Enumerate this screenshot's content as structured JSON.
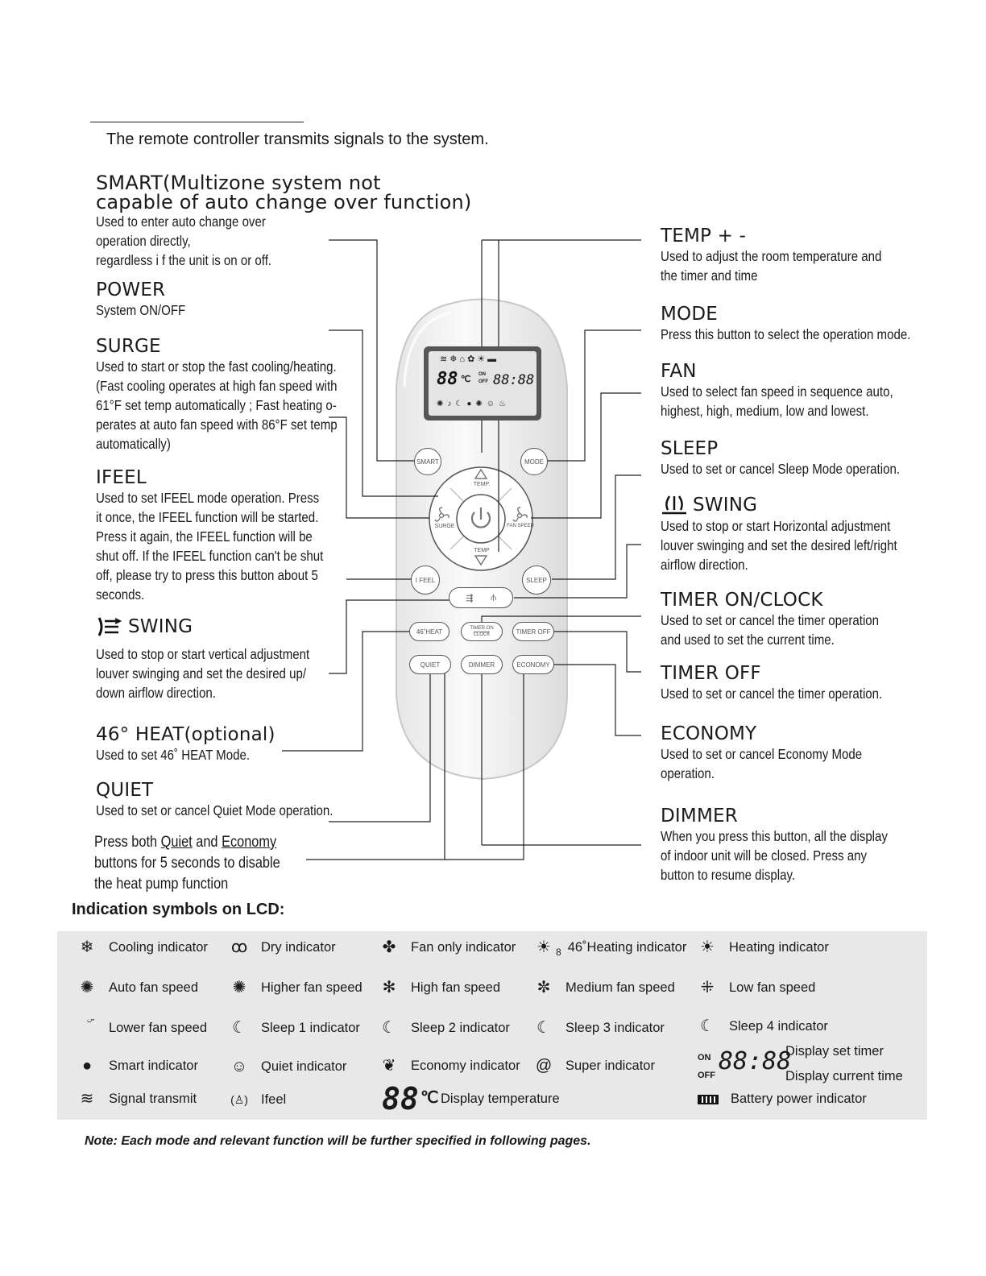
{
  "intro": "The remote controller transmits signals  to the system.",
  "left": {
    "smart": {
      "title_line1": "SMART(Multizone system not",
      "title_line2": "capable of auto change over function)",
      "desc": [
        "Used to enter auto change over",
        "operation directly,",
        "regardless  i f the unit is on or off."
      ]
    },
    "power": {
      "title": "POWER",
      "desc": [
        "System ON/OFF"
      ]
    },
    "surge": {
      "title": "SURGE",
      "desc": [
        "Used to start or stop the fast cooling/heating.",
        "(Fast cooling operates at high fan speed with",
        "61°F set temp automatically ; Fast heating o-",
        "perates at auto fan speed with 86°F  set temp",
        "automatically)"
      ]
    },
    "ifeel": {
      "title": "IFEEL",
      "desc": [
        "Used to set IFEEL mode operation. Press",
        "it once, the IFEEL function will be started.",
        "Press it again, the IFEEL function will be",
        "shut off. If the IFEEL function can't be shut",
        "off, please try to press this button about 5",
        "seconds."
      ]
    },
    "swing_v": {
      "title": "SWING",
      "desc": [
        "Used to stop or start vertical adjustment",
        "louver swinging and set the desired up/",
        "down airflow direction."
      ]
    },
    "heat46": {
      "title": "46° HEAT(optional)",
      "desc": [
        "Used to set 46˚ HEAT Mode."
      ]
    },
    "quiet": {
      "title": "QUIET",
      "desc": [
        "Used to set or cancel Quiet Mode operation."
      ]
    },
    "combo": {
      "w1": "Press both ",
      "quiet": "Quiet",
      "w2": " and ",
      "economy": "Economy",
      "line2": "buttons for 5 seconds to disable",
      "line3": "the heat pump function"
    }
  },
  "right": {
    "temp": {
      "title": "TEMP + -",
      "desc": [
        "Used to adjust  the room temperature and",
        "the timer and time"
      ]
    },
    "mode": {
      "title": "MODE",
      "desc": [
        "Press this button to select the operation mode."
      ]
    },
    "fan": {
      "title": "FAN",
      "desc": [
        "Used to select fan speed in sequence auto,",
        "highest, high, medium, low and lowest."
      ]
    },
    "sleep": {
      "title": "SLEEP",
      "desc": [
        "Used to set or cancel Sleep Mode operation."
      ]
    },
    "swing_h": {
      "title": "SWING",
      "desc": [
        "Used to stop or start Horizontal adjustment",
        "louver swinging and set the desired left/right",
        "airflow direction."
      ]
    },
    "timer_on": {
      "title": "TIMER ON/CLOCK",
      "desc": [
        "Used to set or cancel the timer operation",
        "and used to set the current time."
      ]
    },
    "timer_off": {
      "title": "TIMER OFF",
      "desc": [
        "Used to set or cancel the timer operation."
      ]
    },
    "economy": {
      "title": "ECONOMY",
      "desc": [
        "Used to set or cancel Economy Mode",
        "operation."
      ]
    },
    "dimmer": {
      "title": "DIMMER",
      "desc": [
        "When you press this button, all the display",
        "of indoor unit will be closed. Press any",
        "button to resume display."
      ]
    }
  },
  "remote": {
    "smart": "SMART",
    "mode": "MODE",
    "surge": "SURGE",
    "fanspeed": "FAN SPEED",
    "temp_up": "TEMP.",
    "temp_down": "TEMP",
    "ifeel": "I FEEL",
    "sleep": "SLEEP",
    "heat46": "46˚HEAT",
    "timer_on": "TIMER ON",
    "clock": "CLOCK",
    "timer_off": "TIMER OFF",
    "quiet": "QUIET",
    "dimmer": "DIMMER",
    "economy": "ECONOMY",
    "lcd_temp": "88",
    "lcd_unit": "℃",
    "lcd_on": "ON",
    "lcd_off": "OFF",
    "lcd_time": "88:88"
  },
  "symbols_title": "Indication symbols on LCD:",
  "symbols": {
    "r1": [
      "Cooling indicator",
      "Dry indicator",
      "Fan only indicator",
      "46˚Heating indicator",
      "Heating indicator"
    ],
    "r2": [
      "Auto fan speed",
      "Higher fan speed",
      "High fan speed",
      "Medium fan speed",
      "Low fan speed"
    ],
    "r3": [
      "Lower fan speed",
      "Sleep 1  indicator",
      "Sleep 2  indicator",
      "Sleep 3  indicator",
      "Sleep 4  indicator"
    ],
    "r4": [
      "Smart  indicator",
      "Quiet  indicator",
      "Economy  indicator",
      "Super  indicator",
      "Display set timer",
      "Display current time"
    ],
    "r5": [
      "Signal transmit",
      "Ifeel",
      "Display temperature",
      "Battery power indicator"
    ],
    "heat46_sub": "8",
    "on": "ON",
    "off": "OFF",
    "timer_digits": "88:88",
    "temp_digits": "88",
    "temp_unit": "℃"
  },
  "note": "Note: Each mode and relevant function will be further specified in following pages."
}
